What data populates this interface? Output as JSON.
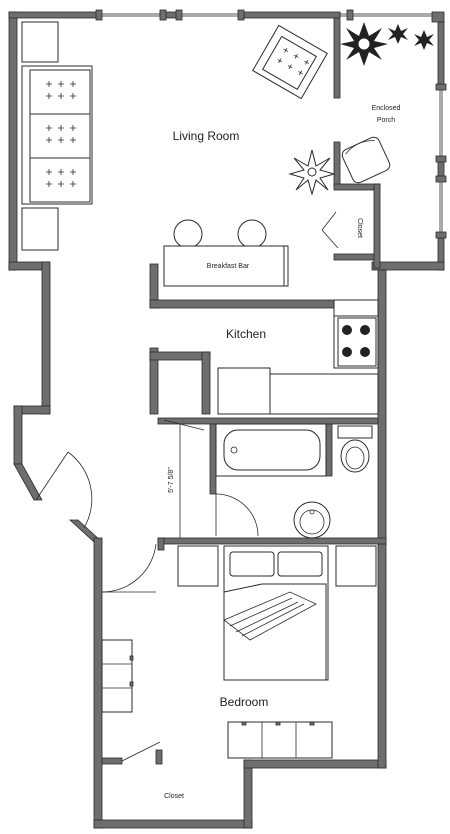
{
  "rooms": {
    "living_room": "Living Room",
    "enclosed_porch_line1": "Enclosed",
    "enclosed_porch_line2": "Porch",
    "porch_closet": "Closet",
    "breakfast_bar": "Breakfast Bar",
    "kitchen": "Kitchen",
    "bedroom": "Bedroom",
    "bedroom_closet": "Closet"
  },
  "dimensions": {
    "hall_width": "5'-7 5/8\""
  },
  "colors": {
    "wall": "#6e6e6e",
    "outline": "#2b2b2b"
  }
}
